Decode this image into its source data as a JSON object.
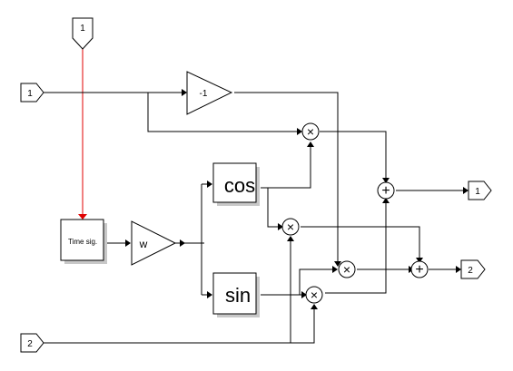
{
  "diagram": {
    "inports": [
      {
        "number": "1",
        "color": "#e00000"
      },
      {
        "number": "1"
      },
      {
        "number": "2"
      }
    ],
    "outports": [
      {
        "number": "1"
      },
      {
        "number": "2"
      }
    ],
    "gain_neg": {
      "label": "-1"
    },
    "gain_w": {
      "label": "w"
    },
    "time_signal": {
      "label": "Time sig."
    },
    "cos_block": {
      "label": "cos"
    },
    "sin_block": {
      "label": "sin"
    },
    "product_symbol": "×",
    "sum_symbol": "+"
  }
}
